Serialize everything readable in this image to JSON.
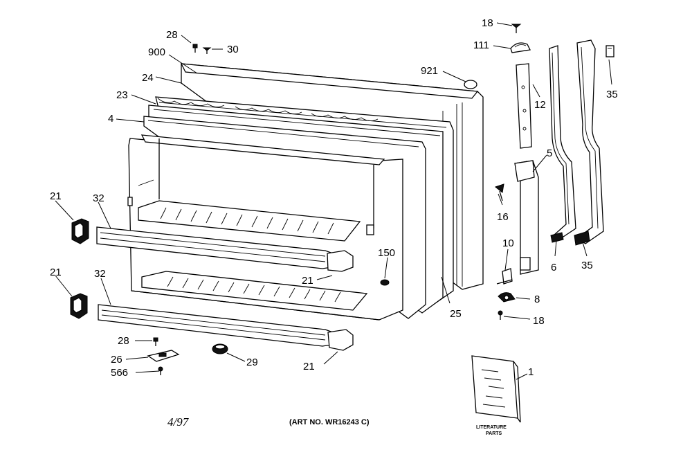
{
  "callouts": {
    "c18_top": "18",
    "c111": "111",
    "c28_top": "28",
    "c30": "30",
    "c900": "900",
    "c921": "921",
    "c24": "24",
    "c12": "12",
    "c35_top": "35",
    "c23": "23",
    "c4": "4",
    "c5": "5",
    "c21_a": "21",
    "c32_a": "32",
    "c16": "16",
    "c10": "10",
    "c150": "150",
    "c6": "6",
    "c35_bottom": "35",
    "c21_b": "21",
    "c32_b": "32",
    "c21_c": "21",
    "c8": "8",
    "c25": "25",
    "c18_bottom": "18",
    "c28_bottom": "28",
    "c26": "26",
    "c29": "29",
    "c21_d": "21",
    "c566": "566",
    "c1": "1"
  },
  "literature": {
    "line1": "LITERATURE",
    "line2": "PARTS"
  },
  "footer": {
    "date": "4/97",
    "art_no": "(ART NO. WR16243 C)"
  }
}
